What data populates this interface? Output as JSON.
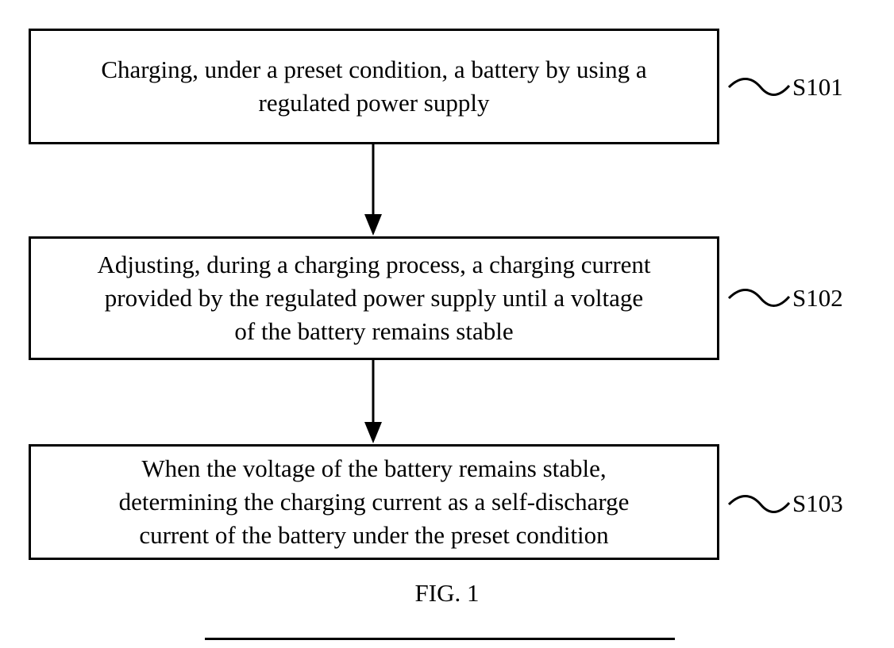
{
  "steps": [
    {
      "id": "S101",
      "label": "S101",
      "text": "Charging, under a preset condition, a battery by using a\nregulated power supply"
    },
    {
      "id": "S102",
      "label": "S102",
      "text": "Adjusting, during a charging process, a charging current\nprovided by the regulated power supply until a voltage\nof the battery remains stable"
    },
    {
      "id": "S103",
      "label": "S103",
      "text": "When the voltage of the battery remains stable,\ndetermining the charging current as a self-discharge\ncurrent of the battery under the preset condition"
    }
  ],
  "caption": "FIG. 1",
  "colors": {
    "stroke": "#000000",
    "background": "#ffffff"
  }
}
